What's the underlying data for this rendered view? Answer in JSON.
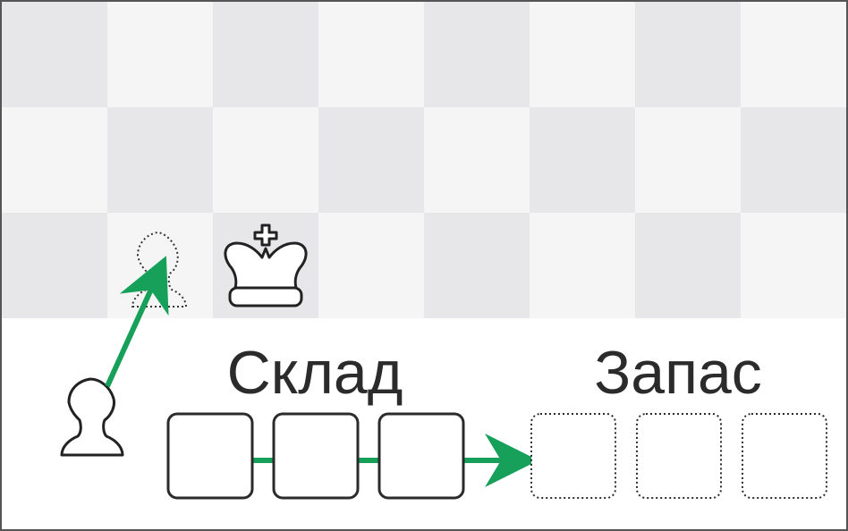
{
  "labels": {
    "warehouse": "Склад",
    "reserve": "Запас"
  },
  "board": {
    "light_color": "#f5f5f5",
    "dark_color": "#e7e7e9",
    "pieces": [
      {
        "name": "pawn-ghost-icon",
        "type": "pawn",
        "style": "dotted-outline"
      },
      {
        "name": "king-icon",
        "type": "king",
        "style": "white"
      }
    ]
  },
  "pawn_outside": {
    "name": "pawn-icon",
    "type": "pawn",
    "style": "white"
  },
  "warehouse_slots": {
    "count": 3,
    "style": "solid"
  },
  "reserve_slots": {
    "count": 3,
    "style": "dotted"
  },
  "arrow_color": "#16a05a",
  "frame_color": "#555555"
}
